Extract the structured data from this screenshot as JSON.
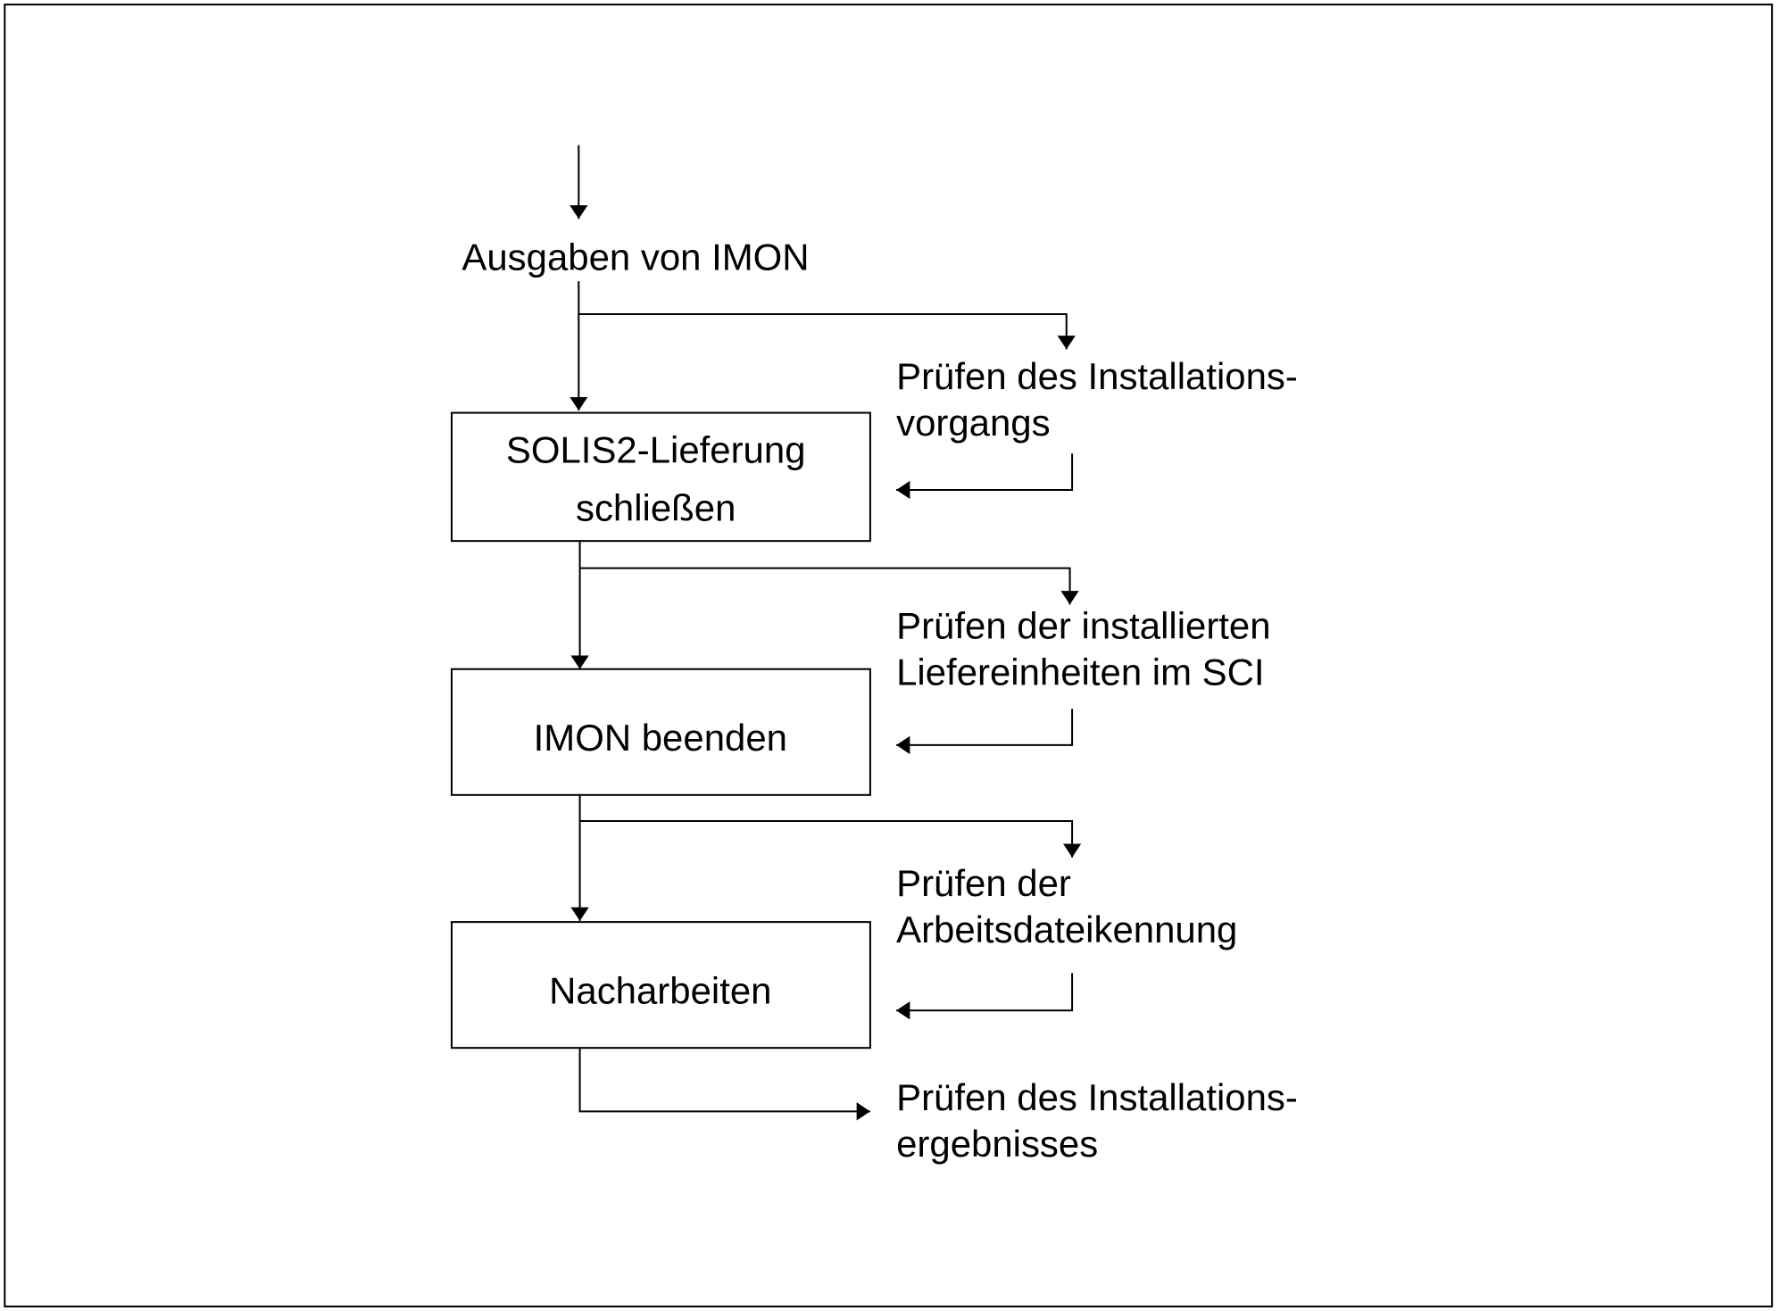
{
  "flow": {
    "start_label": "Ausgaben von IMON",
    "steps": [
      {
        "label_lines": [
          "SOLIS2-Lieferung",
          "schließen"
        ]
      },
      {
        "label_lines": [
          "IMON beenden"
        ]
      },
      {
        "label_lines": [
          "Nacharbeiten"
        ]
      }
    ],
    "checks": [
      {
        "label_lines": [
          "Prüfen des Installations-",
          "vorgangs"
        ]
      },
      {
        "label_lines": [
          "Prüfen der installierten",
          "Liefereinheiten im SCI"
        ]
      },
      {
        "label_lines": [
          "Prüfen der",
          "Arbeitsdateikennung"
        ]
      },
      {
        "label_lines": [
          "Prüfen des Installations-",
          "ergebnisses"
        ]
      }
    ]
  }
}
